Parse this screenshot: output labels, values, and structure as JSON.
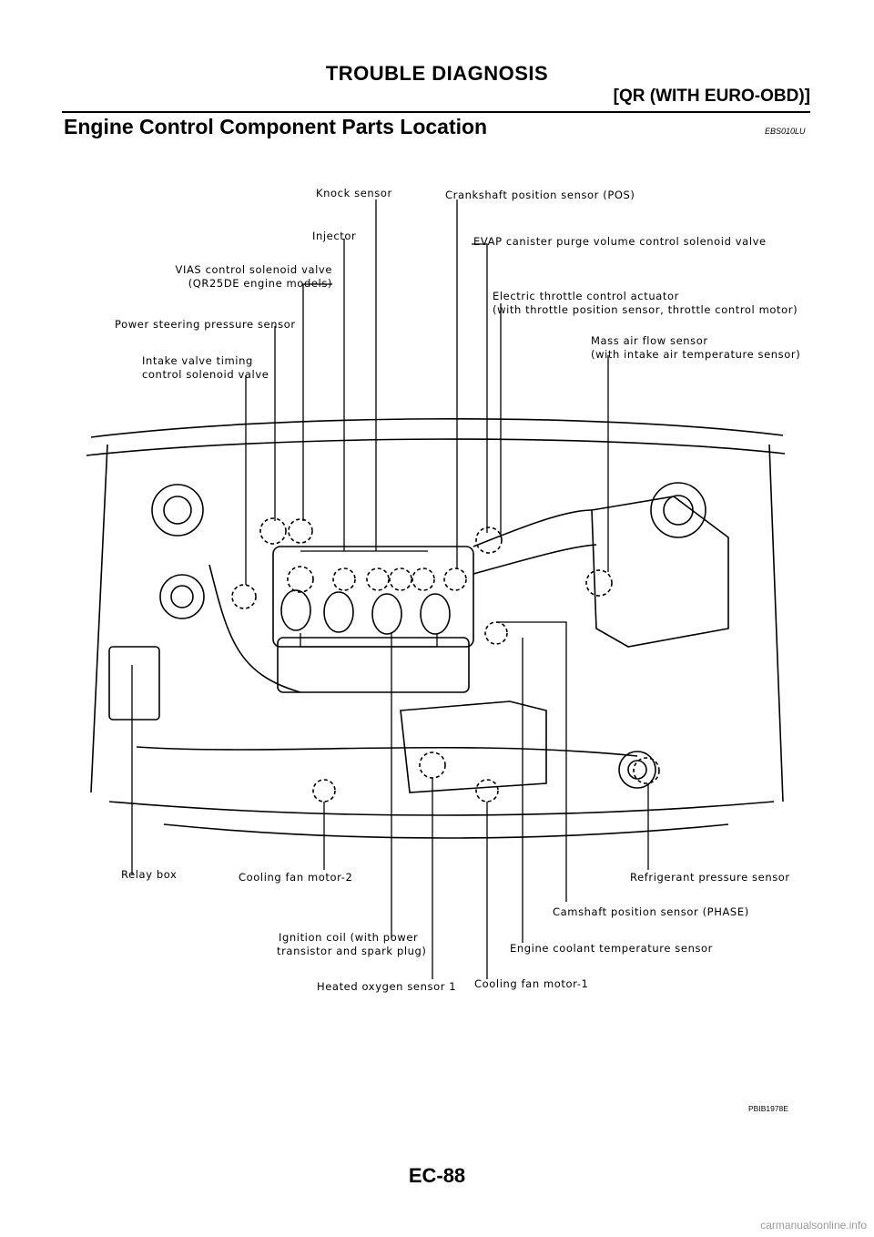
{
  "header": {
    "title": "TROUBLE DIAGNOSIS",
    "subtitle": "[QR (WITH EURO-OBD)]"
  },
  "section": {
    "title": "Engine Control Component Parts Location",
    "code": "EBS010LU"
  },
  "labels": {
    "knock_sensor": "Knock sensor",
    "crankshaft_sensor": "Crankshaft position sensor (POS)",
    "injector": "Injector",
    "evap_valve": "EVAP canister purge volume control solenoid valve",
    "vias_line1": "VIAS control solenoid valve",
    "vias_line2": "(QR25DE engine models)",
    "throttle_line1": "Electric throttle control actuator",
    "throttle_line2": "(with throttle position sensor, throttle control motor)",
    "power_steering": "Power steering pressure sensor",
    "maf_line1": "Mass air flow sensor",
    "maf_line2": "(with intake air temperature sensor)",
    "intake_timing_line1": "Intake valve timing",
    "intake_timing_line2": "control solenoid valve",
    "relay_box": "Relay box",
    "cooling_fan_2": "Cooling fan motor-2",
    "refrigerant": "Refrigerant pressure sensor",
    "camshaft": "Camshaft position sensor (PHASE)",
    "ignition_line1": "Ignition coil (with power",
    "ignition_line2": "transistor and spark plug)",
    "coolant_temp": "Engine coolant temperature sensor",
    "heated_o2": "Heated oxygen sensor 1",
    "cooling_fan_1": "Cooling fan motor-1"
  },
  "figure_code": "PBIB1978E",
  "page_number": "EC-88",
  "footer": "carmanualsonline.info"
}
